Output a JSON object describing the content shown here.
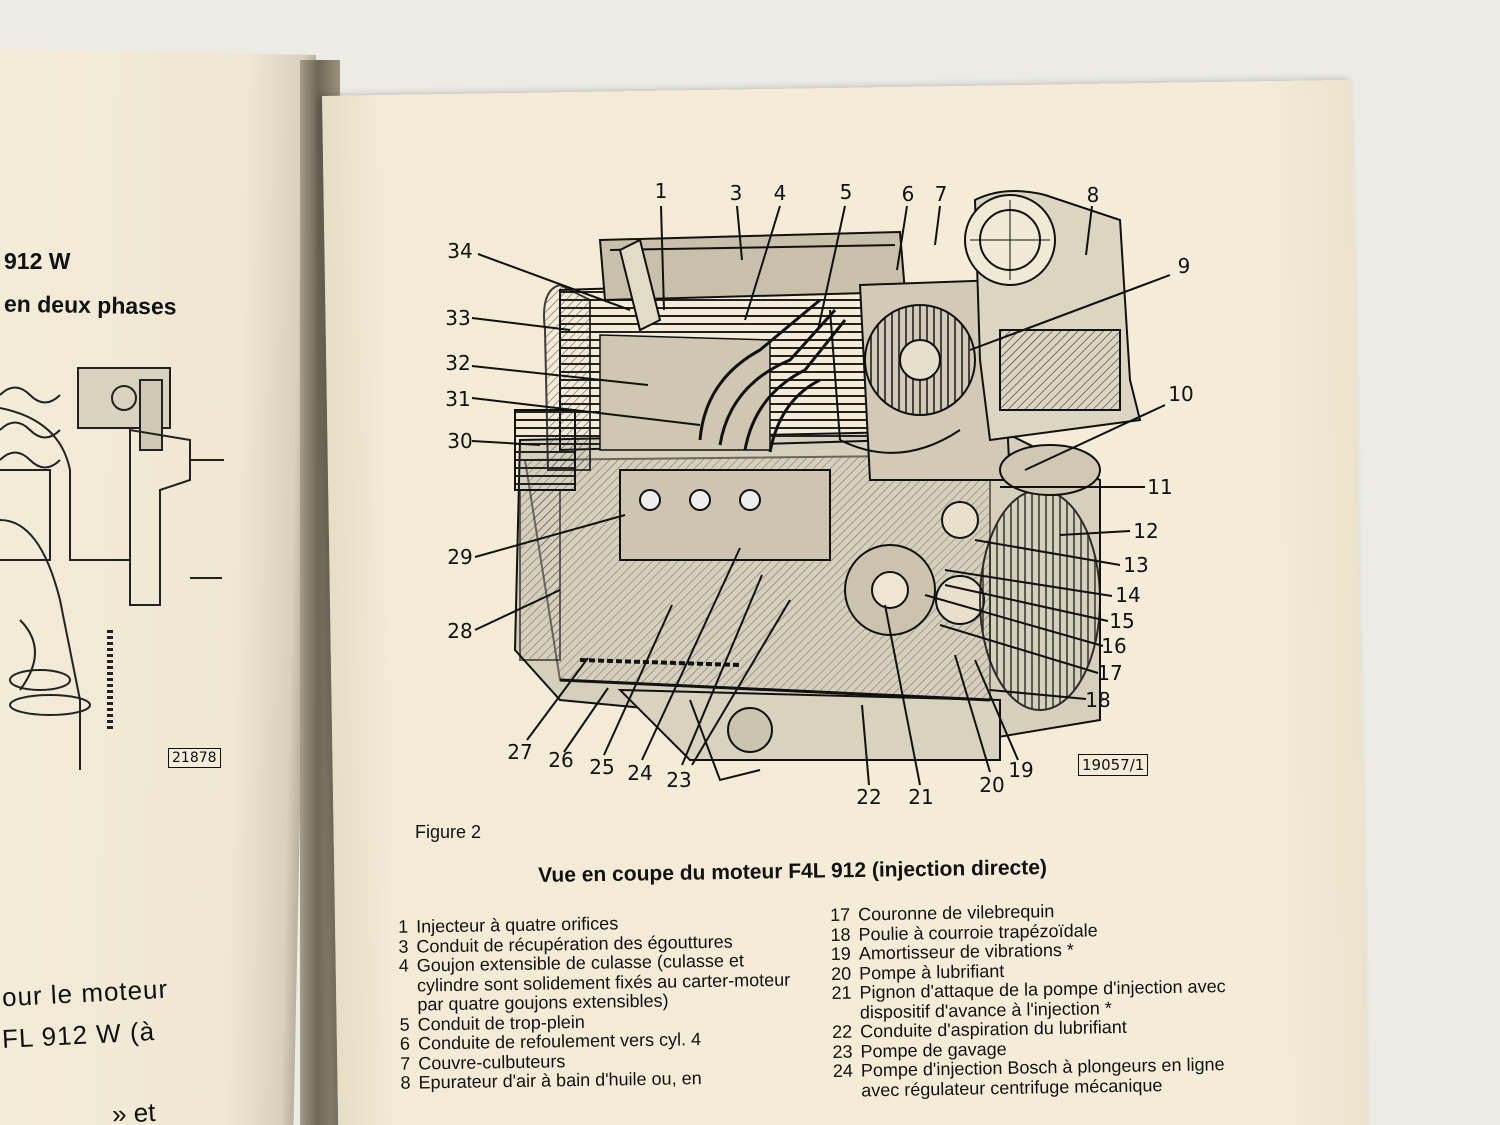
{
  "left_page": {
    "heading_1": "912 W",
    "heading_2": "en deux phases",
    "figure_ref": "21878",
    "body_line_1": "our le moteur",
    "body_line_2": "FL  912  W  (à",
    "body_line_3": "»   et"
  },
  "figure": {
    "ref": "19057/1",
    "label": "Figure 2",
    "callouts": [
      "1",
      "3",
      "4",
      "5",
      "6",
      "7",
      "8",
      "9",
      "10",
      "11",
      "12",
      "13",
      "14",
      "15",
      "16",
      "17",
      "18",
      "19",
      "20",
      "21",
      "22",
      "23",
      "24",
      "25",
      "26",
      "27",
      "28",
      "29",
      "30",
      "31",
      "32",
      "33",
      "34"
    ]
  },
  "title": "Vue en coupe du moteur F4L 912 (injection directe)",
  "legend_left": [
    {
      "num": "1",
      "text": "Injecteur à quatre orifices"
    },
    {
      "num": "3",
      "text": "Conduit de récupération des égouttures"
    },
    {
      "num": "4",
      "text": "Goujon extensible de culasse (culasse et cylindre sont solidement fixés au carter-moteur par quatre goujons extensibles)"
    },
    {
      "num": "5",
      "text": "Conduit de trop-plein"
    },
    {
      "num": "6",
      "text": "Conduite de refoulement vers cyl. 4"
    },
    {
      "num": "7",
      "text": "Couvre-culbuteurs"
    },
    {
      "num": "8",
      "text": "Epurateur d'air à bain d'huile ou, en"
    }
  ],
  "legend_right": [
    {
      "num": "17",
      "text": "Couronne de vilebrequin"
    },
    {
      "num": "18",
      "text": "Poulie à courroie trapézoïdale"
    },
    {
      "num": "19",
      "text": "Amortisseur de vibrations *"
    },
    {
      "num": "20",
      "text": "Pompe à lubrifiant"
    },
    {
      "num": "21",
      "text": "Pignon d'attaque de la pompe d'injection avec dispositif d'avance à l'injection *"
    },
    {
      "num": "22",
      "text": "Conduite d'aspiration du lubrifiant"
    },
    {
      "num": "23",
      "text": "Pompe de gavage"
    },
    {
      "num": "24",
      "text": "Pompe d'injection Bosch à plongeurs en ligne avec régulateur centrifuge mécanique"
    }
  ]
}
